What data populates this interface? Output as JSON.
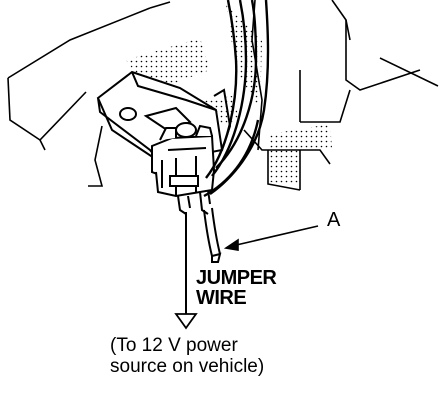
{
  "labels": {
    "callout_a": "A",
    "jumper_line1": "JUMPER",
    "jumper_line2": "WIRE",
    "note_line1": "(To 12 V power",
    "note_line2": "source on vehicle)"
  },
  "colors": {
    "ink": "#000000",
    "paper": "#ffffff",
    "shade": "#777777"
  }
}
